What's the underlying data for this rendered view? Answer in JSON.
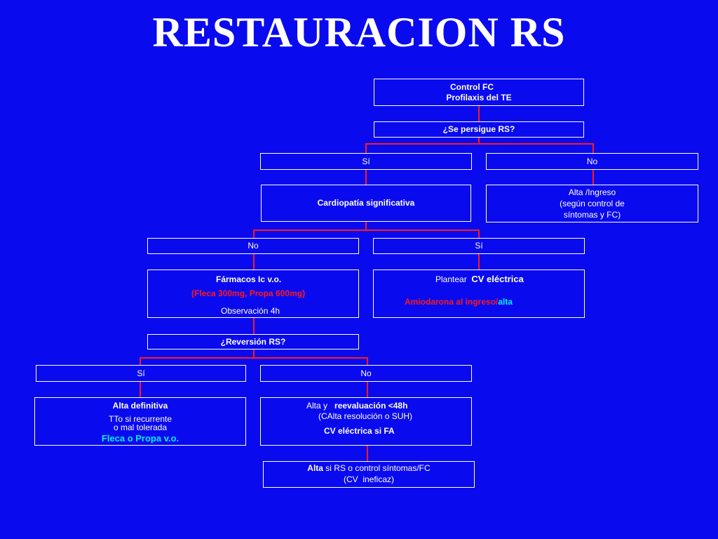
{
  "title": "RESTAURACION RS",
  "colors": {
    "background": "#0a0aef",
    "connector": "#ff1a1a",
    "highlight": "#00f0ff",
    "warning": "#ff1a1a"
  },
  "nodes": {
    "control": {
      "line1": "Control FC",
      "line2": "Profilaxis del TE"
    },
    "persigue": {
      "text": "¿Se persigue RS?"
    },
    "si1": {
      "text": "Sí"
    },
    "no1": {
      "text": "No"
    },
    "cardiopatia": {
      "text": "Cardiopatía significativa"
    },
    "alta_ingreso": {
      "line1": "Alta /Ingreso",
      "line2": "(según control de",
      "line3": "síntomas y FC)"
    },
    "no2": {
      "text": "No"
    },
    "si2": {
      "text": "Sí"
    },
    "farmacos": {
      "line1": "Fármacos Ic v.o.",
      "line2_open": "(",
      "line2_drugs": "Fleca 300mg, Propa 600mg",
      "line2_close": ")",
      "line3": "Observación 4h"
    },
    "cv": {
      "plantear": "Plantear",
      "cv_electrica": "CV eléctrica",
      "amiodarona": "Amiodarona al ingreso/",
      "alta": "alta"
    },
    "reversion": {
      "text": "¿Reversión RS?"
    },
    "si3": {
      "text": "Sí"
    },
    "no3": {
      "text": "No"
    },
    "alta_definitiva": {
      "line1": "Alta definitiva",
      "line2": "TTo si recurrente",
      "line3": "o mal tolerada",
      "line4": "Fleca o Propa v.o."
    },
    "reevaluacion": {
      "line1a": "Alta y",
      "line1b": "reevaluación <48h",
      "line2": "(CAlta resolución o SUH)",
      "line3": "CV eléctrica si FA"
    },
    "final": {
      "alta": "Alta",
      "rest": " si RS o control síntomas/FC",
      "line2": "(CV  ineficaz)"
    }
  }
}
